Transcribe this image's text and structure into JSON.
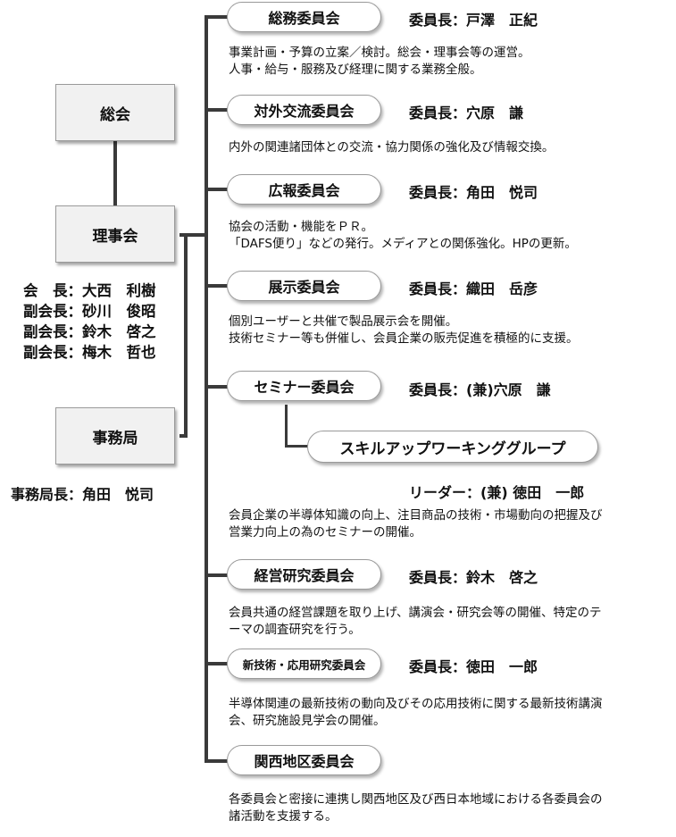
{
  "left": {
    "general_meeting": "総会",
    "board": "理事会",
    "officers": [
      "会　長：大西　利樹",
      "副会長：砂川　俊昭",
      "副会長：鈴木　啓之",
      "副会長：梅木　哲也"
    ],
    "secretariat": "事務局",
    "secretariat_chief": "事務局長：角田　悦司"
  },
  "committees": [
    {
      "name": "総務委員会",
      "chair": "委員長：戸澤　正紀",
      "desc": "事業計画・予算の立案／検討。総会・理事会等の運営。\n人事・給与・服務及び経理に関する業務全般。"
    },
    {
      "name": "対外交流委員会",
      "chair": "委員長：穴原　謙",
      "desc": "内外の関連諸団体との交流・協力関係の強化及び情報交換。"
    },
    {
      "name": "広報委員会",
      "chair": "委員長：角田　悦司",
      "desc": "協会の活動・機能をＰＲ。\n「DAFS便り」などの発行。メディアとの関係強化。HPの更新。"
    },
    {
      "name": "展示委員会",
      "chair": "委員長：織田　岳彦",
      "desc": "個別ユーザーと共催で製品展示会を開催。\n技術セミナー等も併催し、会員企業の販売促進を積極的に支援。"
    },
    {
      "name": "セミナー委員会",
      "chair": "委員長：(兼)穴原　謙",
      "desc": "会員企業の半導体知識の向上、注目商品の技術・市場動向の把握及び\n営業力向上の為のセミナーの開催。"
    },
    {
      "name": "経営研究委員会",
      "chair": "委員長：鈴木　啓之",
      "desc": "会員共通の経営課題を取り上げ、講演会・研究会等の開催、特定のテ\nーマの調査研究を行う。"
    },
    {
      "name": "新技術・応用研究委員会",
      "chair": "委員長：徳田　一郎",
      "desc": "半導体関連の最新技術の動向及びその応用技術に関する最新技術講演\n会、研究施設見学会の開催。"
    },
    {
      "name": "関西地区委員会",
      "chair": "",
      "desc": "各委員会と密接に連携し関西地区及び西日本地域における各委員会の\n諸活動を支援する。"
    }
  ],
  "working_group": {
    "name": "スキルアップワーキンググループ",
    "leader": "リーダー：(兼) 徳田　一郎"
  }
}
